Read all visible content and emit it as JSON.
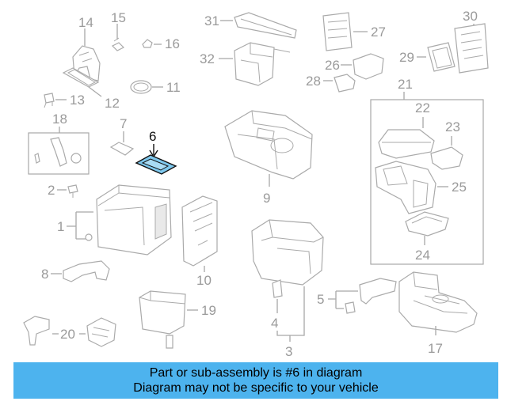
{
  "diagram": {
    "callouts": [
      "1",
      "2",
      "3",
      "4",
      "5",
      "6",
      "7",
      "8",
      "9",
      "10",
      "11",
      "12",
      "13",
      "14",
      "15",
      "16",
      "17",
      "18",
      "19",
      "20",
      "21",
      "22",
      "23",
      "24",
      "25",
      "26",
      "27",
      "28",
      "29",
      "30",
      "31",
      "32"
    ],
    "highlighted_part": "6",
    "highlight_color": "#7ec8ee",
    "label_color": "#9a9a9a"
  },
  "banner": {
    "line1": "Part or sub-assembly is #6 in diagram",
    "line2": "Diagram may not be specific to your vehicle",
    "background": "#4db3ee"
  }
}
